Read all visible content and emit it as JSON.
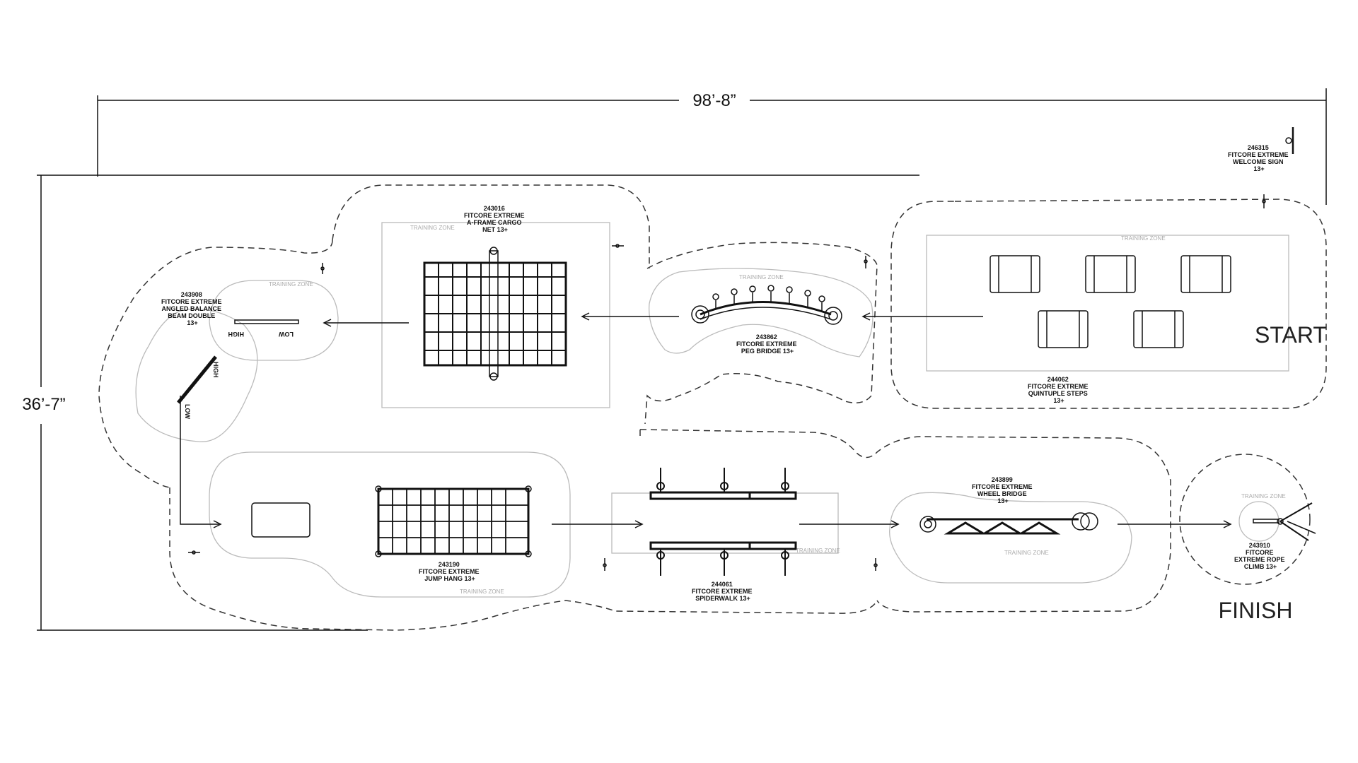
{
  "dimensions": {
    "width_label": "98’-8”",
    "height_label": "36’-7”"
  },
  "markers": {
    "start": "START",
    "finish": "FINISH"
  },
  "zone_label": "TRAINING ZONE",
  "equipment": {
    "welcome_sign": [
      "246315",
      "FITCORE EXTREME",
      "WELCOME SIGN",
      "13+"
    ],
    "quintuple_steps": [
      "244062",
      "FITCORE EXTREME",
      "QUINTUPLE STEPS",
      "13+"
    ],
    "peg_bridge": [
      "243862",
      "FITCORE EXTREME",
      "PEG BRIDGE 13+"
    ],
    "a_frame_cargo": [
      "243016",
      "FITCORE EXTREME",
      "A-FRAME CARGO",
      "NET 13+"
    ],
    "angled_balance": [
      "243908",
      "FITCORE EXTREME",
      "ANGLED BALANCE",
      "BEAM DOUBLE",
      "13+"
    ],
    "jump_hang": [
      "243190",
      "FITCORE EXTREME",
      "JUMP HANG 13+"
    ],
    "spiderwalk": [
      "244061",
      "FITCORE EXTREME",
      "SPIDERWALK 13+"
    ],
    "wheel_bridge": [
      "243899",
      "FITCORE EXTREME",
      "WHEEL BRIDGE",
      "13+"
    ],
    "rope_climb": [
      "243910",
      "FITCORE",
      "EXTREME ROPE",
      "CLIMB 13+"
    ]
  },
  "beam_labels": {
    "high": "HIGH",
    "low": "LOW"
  }
}
